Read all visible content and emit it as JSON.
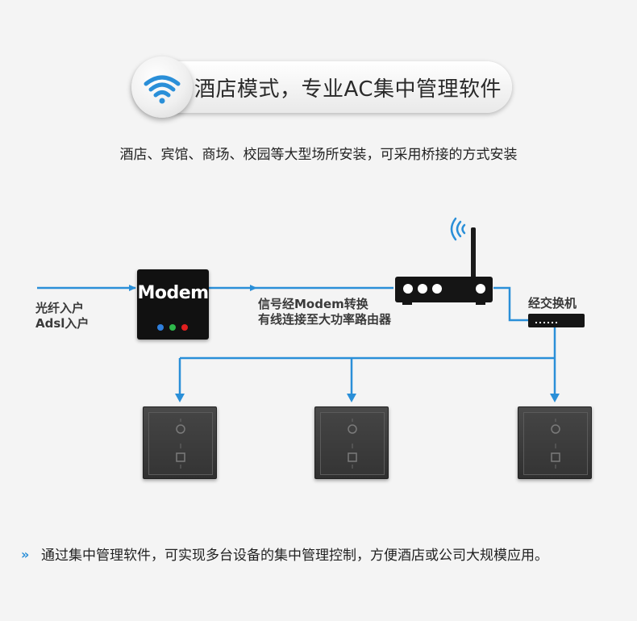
{
  "header": {
    "title": "酒店模式，专业AC集中管理软件",
    "subtitle": "酒店、宾馆、商场、校园等大型场所安装，可采用桥接的方式安装"
  },
  "diagram": {
    "input_label_1": "光纤入户",
    "input_label_2": "Adsl入户",
    "modem_label": "Modem",
    "signal_label_1": "信号经Modem转换",
    "signal_label_2": "有线连接至大功率路由器",
    "switch_label": "经交换机",
    "panel_count": 3,
    "colors": {
      "line": "#2a8fd8",
      "led_blue": "#2f7fdc",
      "led_green": "#2eb84b",
      "led_red": "#e01f1f"
    }
  },
  "footer": {
    "note": "通过集中管理软件，可实现多台设备的集中管理控制，方便酒店或公司大规模应用。"
  }
}
